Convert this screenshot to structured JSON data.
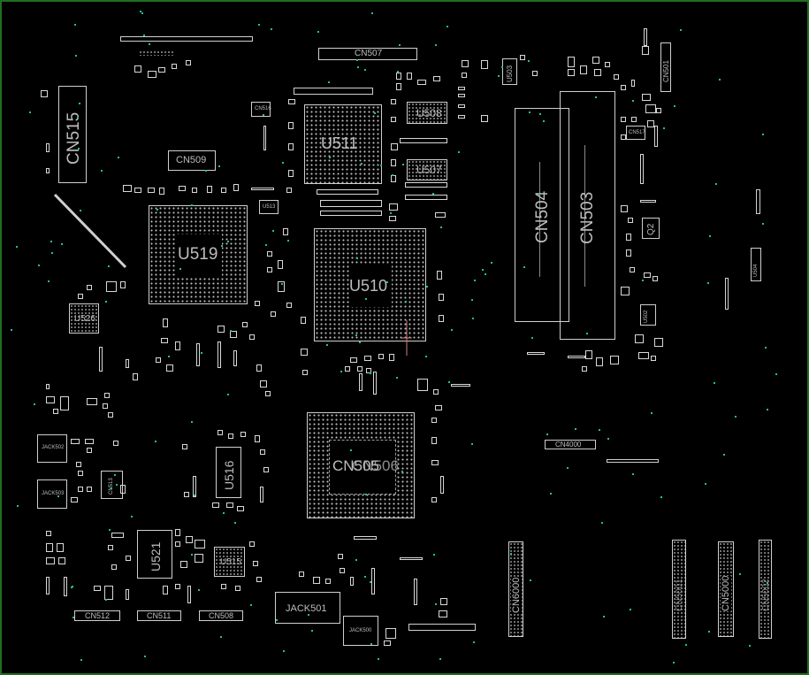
{
  "board": {
    "frame_color": "#1f6e1f",
    "background": "#000000",
    "outline_color": "#cfcfcf",
    "via_color": "#1fbfa0"
  },
  "labels": {
    "cn515": "CN515",
    "cn507": "CN507",
    "cn509": "CN509",
    "cn516": "CN516",
    "u511": "U511",
    "u508": "U508",
    "u507": "U507",
    "u513": "U513",
    "u519": "U519",
    "u510": "U510",
    "u526": "U526",
    "cn504": "CN504",
    "cn503": "CN503",
    "u503": "U503",
    "cn501": "CN501",
    "cn517": "CN517",
    "q2": "Q2",
    "u502": "U502",
    "u504": "U504",
    "cn4000": "CN4000",
    "cn505": "CN505",
    "cn506": "CN506",
    "jack502": "JACK502",
    "jack503": "JACK503",
    "cn513": "CN513",
    "u516": "U516",
    "u521": "U521",
    "u515": "U515",
    "cn512": "CN512",
    "cn511": "CN511",
    "cn508": "CN508",
    "jack501": "JACK501",
    "jack500": "JACK500",
    "cn6000": "CN6000",
    "cn5001": "CN5001",
    "cn5000": "CN5000",
    "cn5002": "CN5002"
  }
}
